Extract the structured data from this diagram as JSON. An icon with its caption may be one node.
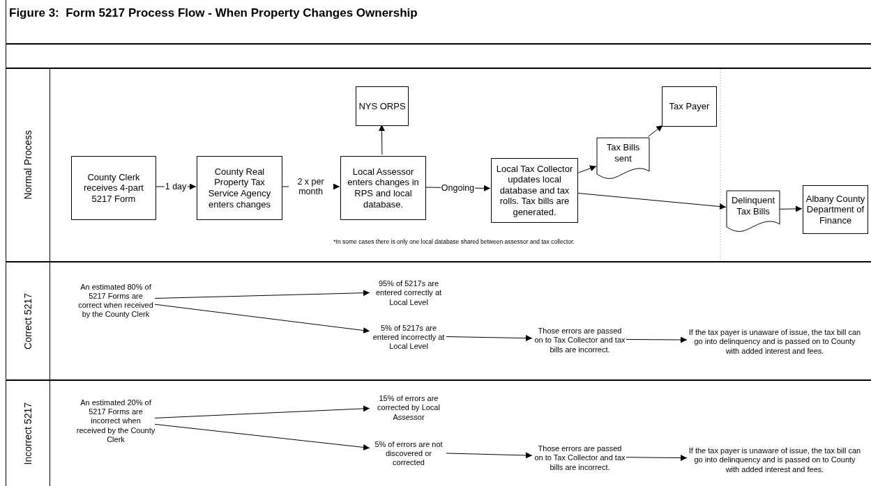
{
  "diagram": {
    "title": "Figure 3:  Form 5217 Process Flow - When Property Changes Ownership",
    "nodes": [
      {
        "text": [
          "Normal Process"
        ]
      },
      {
        "text": [
          "County Clerk receives 4-part 5217 Form"
        ],
        "in": 0
      },
      {
        "text": [
          "County Real Property Tax Service Agency enters changes"
        ],
        "in": 0
      },
      {
        "text": [
          "NYS ORPS"
        ],
        "in": 0
      },
      {
        "text": [
          "Local Assessor enters changes in RPS and local database."
        ],
        "in": 0
      },
      {
        "text": [
          "Local Tax Collector updates local database and tax rolls. Tax bills are generated."
        ],
        "in": 0
      },
      {
        "text": [
          "Tax Bills sent"
        ],
        "in": 0
      },
      {
        "text": [
          "Tax Payer"
        ],
        "in": 0
      },
      {
        "text": [
          "Delinquent Tax Bills"
        ],
        "in": 0
      },
      {
        "text": [
          "Albany County Department of Finance"
        ],
        "in": 0
      },
      {
        "text": [
          "Correct 5217"
        ]
      },
      {
        "text": [
          "An estimated 80% of 5217 Forms are correct when received by the County Clerk"
        ],
        "in": 10
      },
      {
        "text": [
          "95% of 5217s are entered correctly at Local Level"
        ],
        "in": 10
      },
      {
        "text": [
          "5% of 5217s are entered incorrectly at Local Level"
        ],
        "in": 10
      },
      {
        "text": [
          "Those errors are passed on to Tax Collector and tax bills are incorrect."
        ],
        "in": 10
      },
      {
        "text": [
          "If the tax payer is unaware of issue, the tax bill can go into delinquency and is passed on to County with added interest and fees."
        ],
        "in": 10
      },
      {
        "text": [
          "Incorrect 5217"
        ]
      },
      {
        "text": [
          "An estimated 20% of 5217 Forms are incorrect when received by the County Clerk"
        ],
        "in": 16
      },
      {
        "text": [
          "15% of errors are corrected by Local Assessor"
        ],
        "in": 16
      },
      {
        "text": [
          "5% of errors are not discovered or corrected"
        ],
        "in": 16
      },
      {
        "text": [
          "Those errors are passed on to Tax Collector and tax bills are incorrect."
        ],
        "in": 16
      },
      {
        "text": [
          "If the tax payer is unaware of issue, the tax bill can go into delinquency and is passed on to County with added interest and fees."
        ],
        "in": 16
      }
    ],
    "edges": [
      {
        "from": 1,
        "to": 2,
        "arrow": "to",
        "label": "1 day"
      },
      {
        "from": 2,
        "to": 4,
        "arrow": "to",
        "label": "2 x per month"
      },
      {
        "from": 4,
        "to": 3,
        "arrow": "to"
      },
      {
        "from": 4,
        "to": 5,
        "arrow": "to",
        "label": "Ongoing"
      },
      {
        "from": 5,
        "to": 6,
        "arrow": "to"
      },
      {
        "from": 6,
        "to": 7,
        "arrow": "to"
      },
      {
        "from": 5,
        "to": 8,
        "arrow": "to"
      },
      {
        "from": 8,
        "to": 9,
        "arrow": "to"
      },
      {
        "from": 11,
        "to": 12,
        "arrow": "to"
      },
      {
        "from": 11,
        "to": 13,
        "arrow": "to"
      },
      {
        "from": 13,
        "to": 14,
        "arrow": "to"
      },
      {
        "from": 14,
        "to": 15,
        "arrow": "to"
      },
      {
        "from": 17,
        "to": 18,
        "arrow": "to"
      },
      {
        "from": 17,
        "to": 19,
        "arrow": "to"
      },
      {
        "from": 19,
        "to": 20,
        "arrow": "to"
      },
      {
        "from": 20,
        "to": 21,
        "arrow": "to"
      }
    ],
    "labels": [
      "*In some cases there is only one local database shared between assessor and tax collector."
    ]
  }
}
